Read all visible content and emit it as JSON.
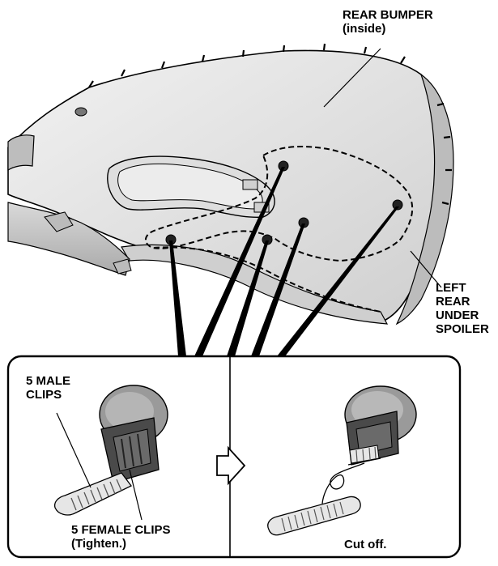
{
  "labels": {
    "rear_bumper": [
      "REAR BUMPER",
      "(inside)"
    ],
    "under_spoiler": [
      "LEFT",
      "REAR",
      "UNDER",
      "SPOILER"
    ],
    "male_clips": [
      "5 MALE",
      "CLIPS"
    ],
    "female_clips": [
      "5 FEMALE CLIPS",
      "(Tighten.)"
    ],
    "cut_off": "Cut off."
  },
  "colors": {
    "bumper_fill": "#e4e4e4",
    "bumper_shade": "#c9c9c9",
    "line": "#000000",
    "clip_dark": "#4a4a4a",
    "clip_mid": "#8a8a8a",
    "clip_light": "#d8d8d8"
  },
  "icons": {
    "arrow": "right-arrow-outline-icon"
  }
}
